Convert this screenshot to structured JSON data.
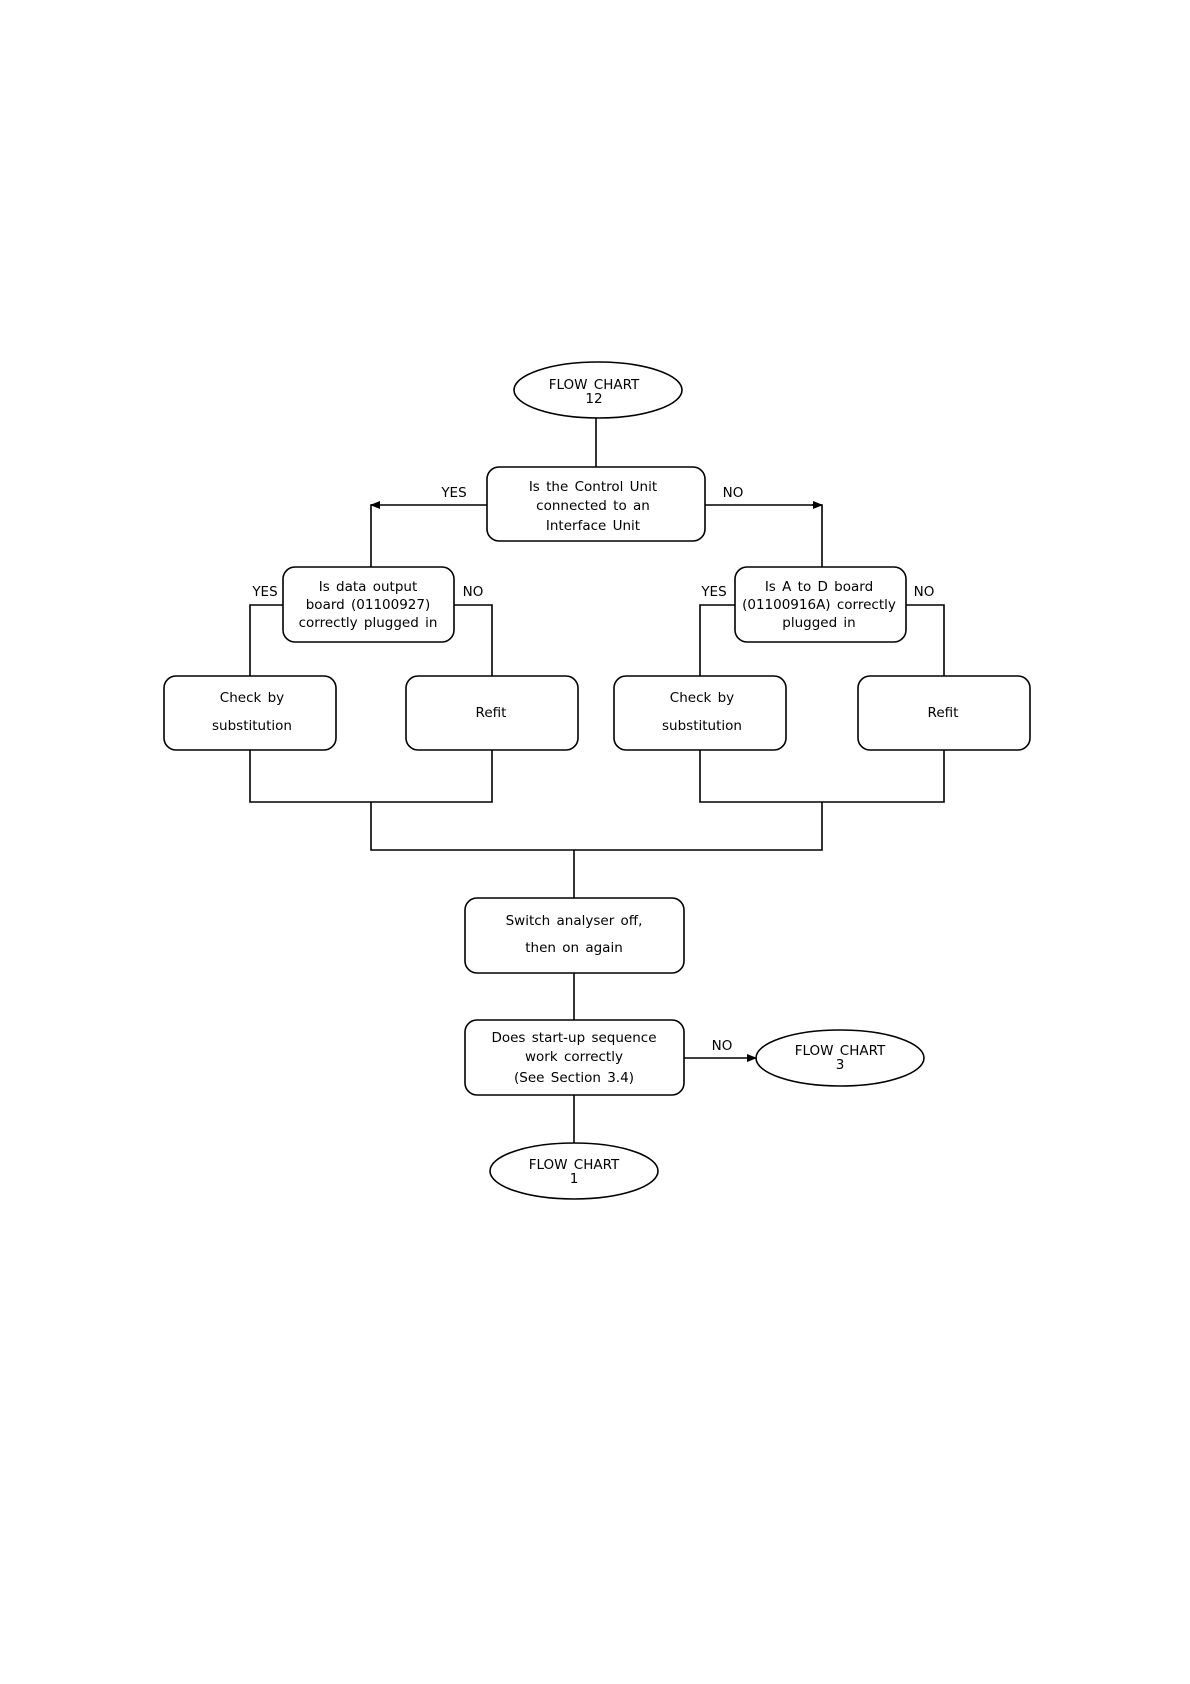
{
  "start": {
    "line1": "FLOW CHART",
    "line2": "12"
  },
  "decision_interface": {
    "line1": "Is the Control Unit",
    "line2": "connected to an",
    "line3": "Interface Unit"
  },
  "branch_labels": {
    "top_yes": "YES",
    "top_no": "NO",
    "left_yes": "YES",
    "left_no": "NO",
    "right_yes": "YES",
    "right_no": "NO",
    "startup_no": "NO"
  },
  "decision_data_output": {
    "line1": "Is data output",
    "line2": "board (01100927)",
    "line3": "correctly plugged in"
  },
  "decision_a_to_d": {
    "line1": "Is A to D board",
    "line2": "(01100916A) correctly",
    "line3": "plugged in"
  },
  "check_left": {
    "line1": "Check by",
    "line2": "substitution"
  },
  "refit_left": {
    "label": "Refit"
  },
  "check_right": {
    "line1": "Check by",
    "line2": "substitution"
  },
  "refit_right": {
    "label": "Refit"
  },
  "switch_analyser": {
    "line1": "Switch analyser off,",
    "line2": "then on again"
  },
  "decision_startup": {
    "line1": "Does start-up sequence",
    "line2": "work correctly",
    "line3": "(See Section 3.4)"
  },
  "terminal_fc3": {
    "line1": "FLOW CHART",
    "line2": "3"
  },
  "terminal_fc1": {
    "line1": "FLOW CHART",
    "line2": "1"
  }
}
